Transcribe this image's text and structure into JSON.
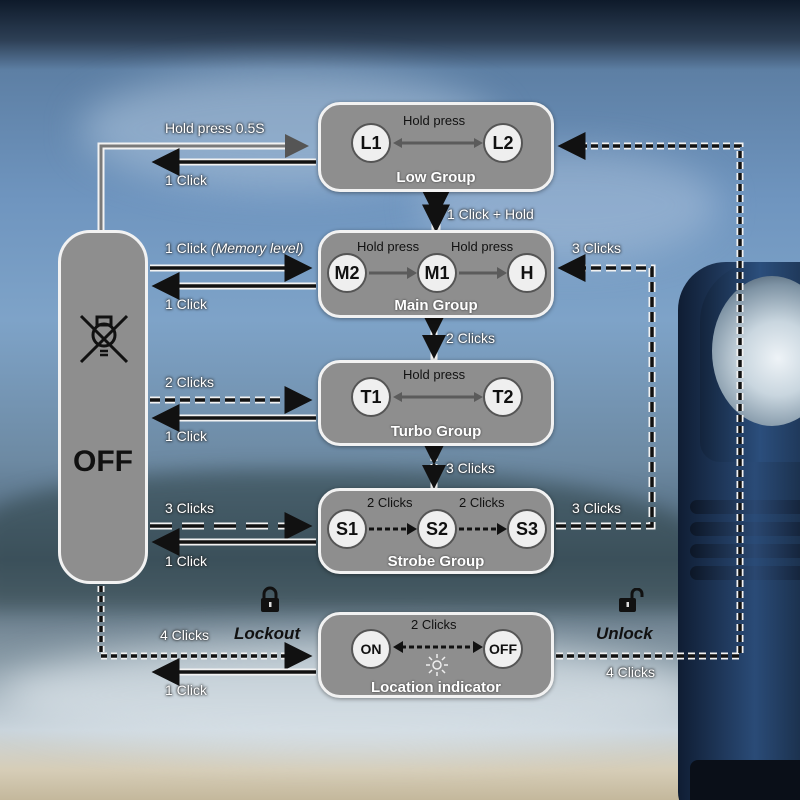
{
  "off": {
    "label": "OFF",
    "icon": "lamp-off-icon"
  },
  "groups": {
    "low": {
      "title": "Low Group",
      "modes": [
        "L1",
        "L2"
      ],
      "inner": "Hold press"
    },
    "main": {
      "title": "Main Group",
      "modes": [
        "M2",
        "M1",
        "H"
      ],
      "inner1": "Hold press",
      "inner2": "Hold press"
    },
    "turbo": {
      "title": "Turbo Group",
      "modes": [
        "T1",
        "T2"
      ],
      "inner": "Hold press"
    },
    "strobe": {
      "title": "Strobe Group",
      "modes": [
        "S1",
        "S2",
        "S3"
      ],
      "inner1": "2 Clicks",
      "inner2": "2 Clicks"
    },
    "location": {
      "title": "Location indicator",
      "modes": [
        "ON",
        "OFF"
      ],
      "inner": "2 Clicks",
      "icon": "sun-icon"
    }
  },
  "labels": {
    "hold_05": "Hold press 0.5S",
    "click1_low": "1 Click",
    "click_hold": "1 Click + Hold",
    "click1_mem_a": "1 Click ",
    "click1_mem_b": "(Memory level)",
    "click1_main": "1 Click",
    "clicks2_main_turbo": "2 Clicks",
    "clicks3_right_top": "3 Clicks",
    "clicks2_turbo": "2 Clicks",
    "click1_turbo": "1 Click",
    "clicks3_turbo_strobe": "3 Clicks",
    "clicks3_strobe": "3 Clicks",
    "clicks3_right_bottom": "3 Clicks",
    "click1_strobe": "1 Click",
    "clicks4_lock": "4 Clicks",
    "lockout": "Lockout",
    "unlock": "Unlock",
    "click1_loc": "1 Click",
    "clicks4_unlock": "4 Clicks"
  },
  "icons": {
    "lock": "lock-icon",
    "unlock": "unlock-icon"
  }
}
